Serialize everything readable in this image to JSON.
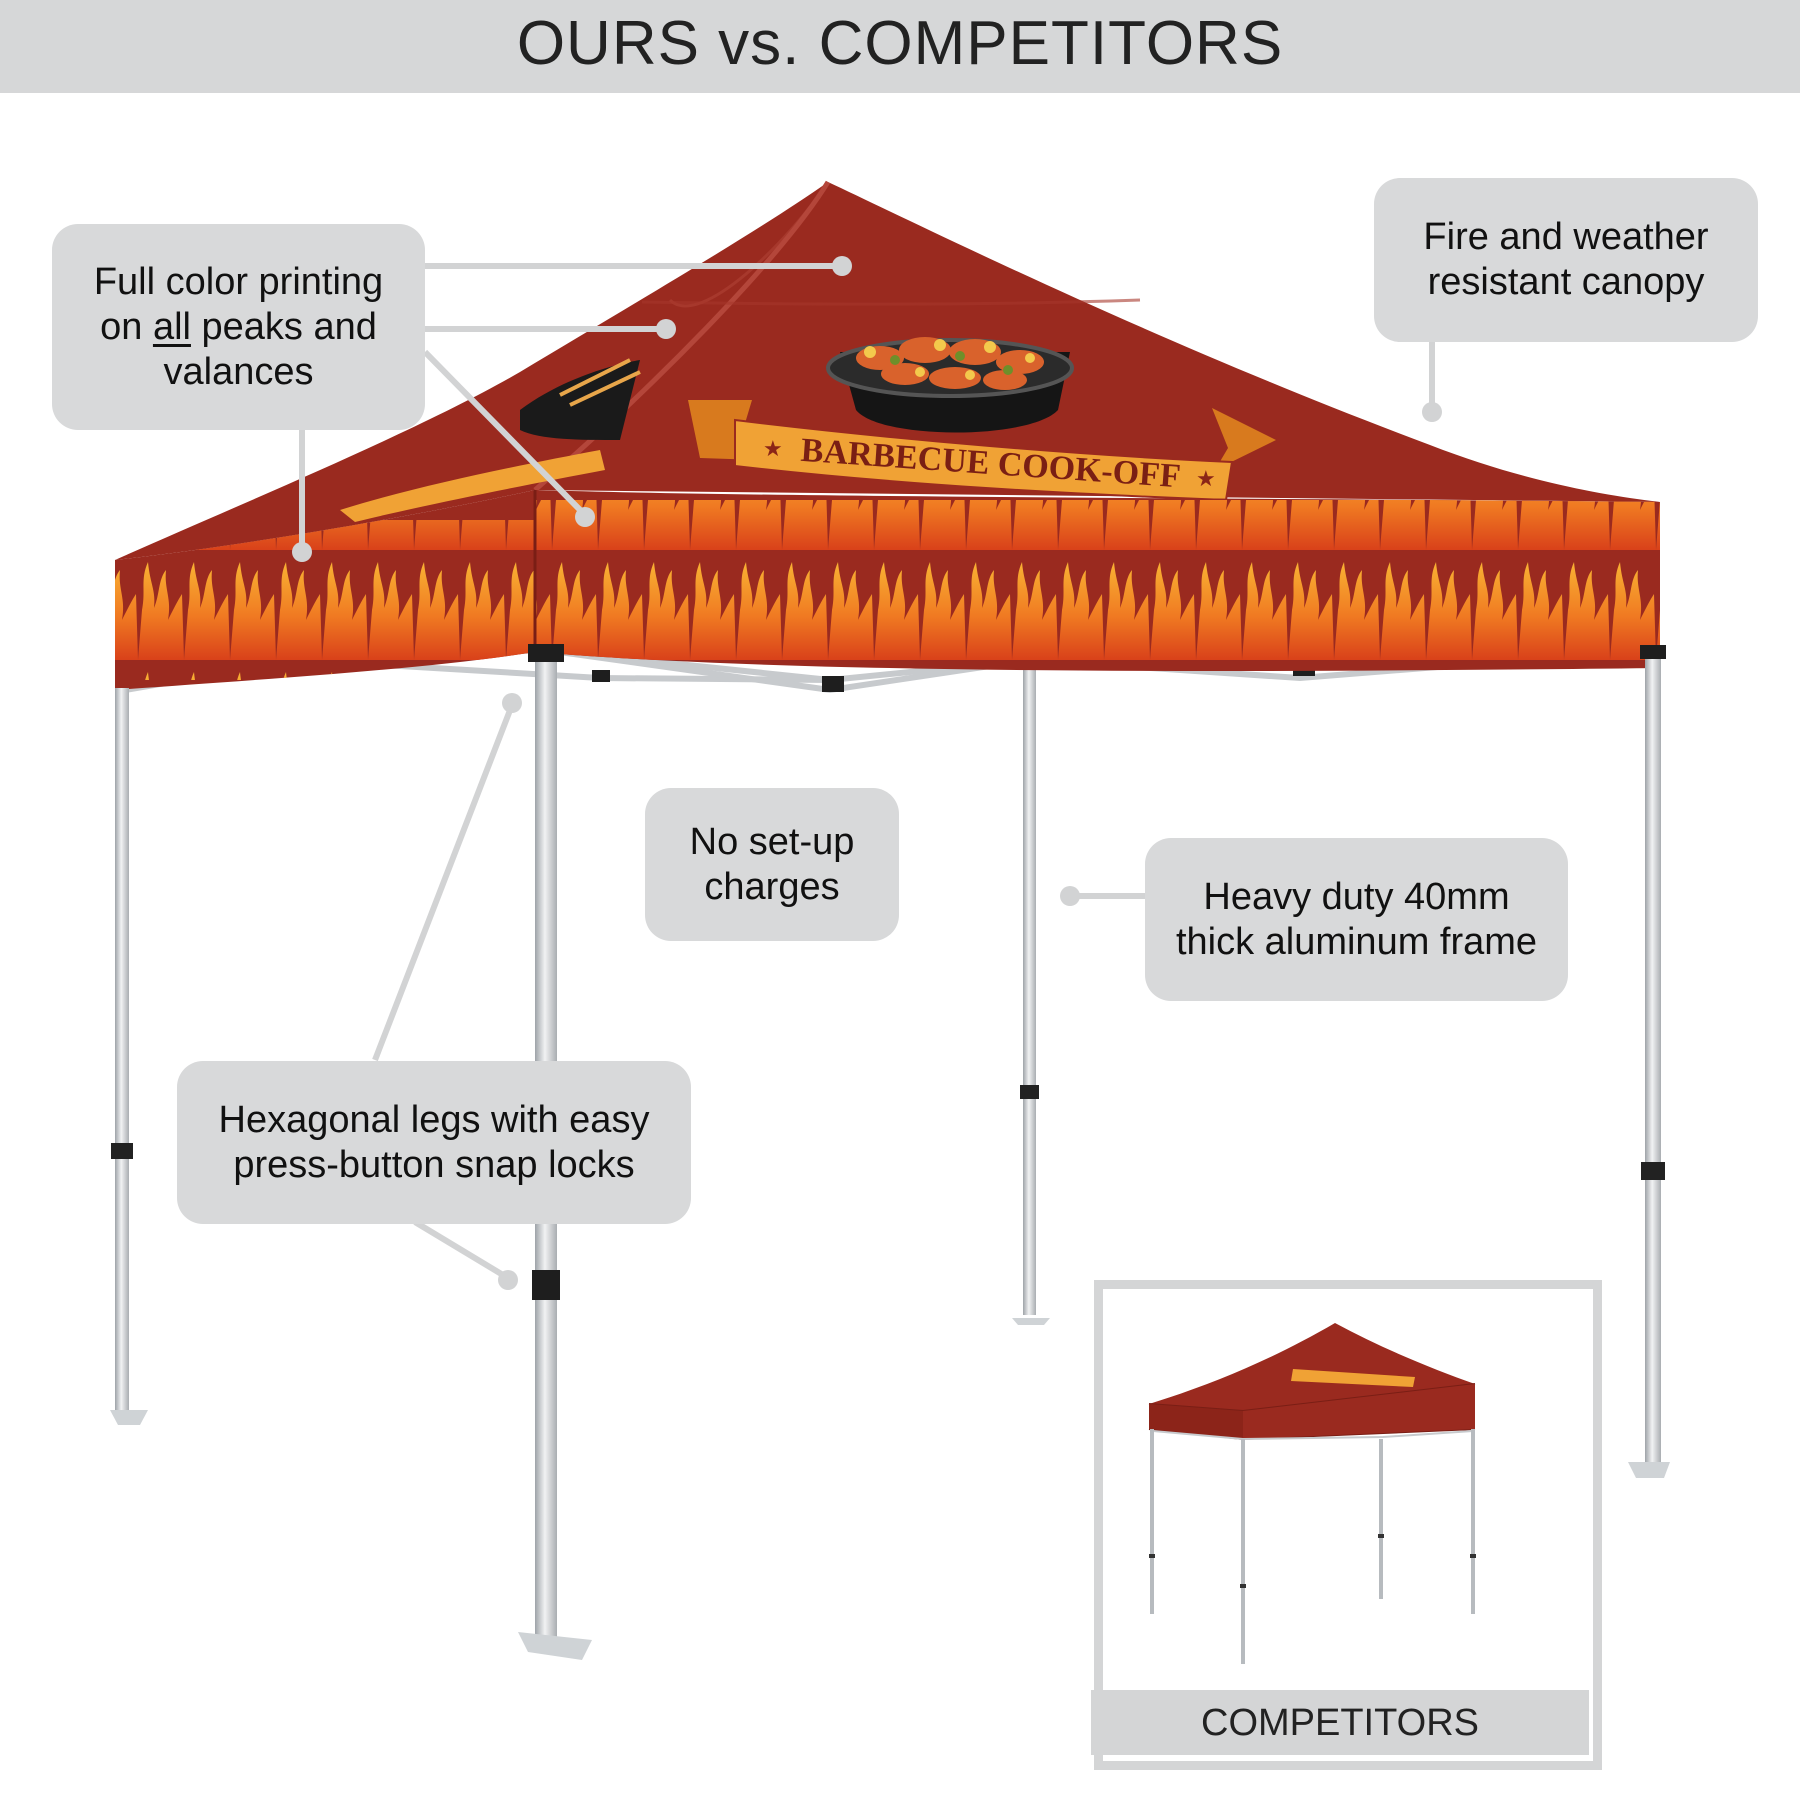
{
  "header": {
    "title": "OURS vs. COMPETITORS"
  },
  "banner": {
    "text": "BARBECUE COOK-OFF"
  },
  "callouts": {
    "printing": {
      "line1": "Full color printing",
      "line2_pre": "on ",
      "line2_em": "all",
      "line2_post": " peaks and",
      "line3": "valances"
    },
    "canopy": {
      "line1": "Fire and weather",
      "line2": "resistant canopy"
    },
    "setup": {
      "line1": "No set-up",
      "line2": "charges"
    },
    "frame": {
      "line1": "Heavy duty 40mm",
      "line2": "thick aluminum frame"
    },
    "legs": {
      "line1": "Hexagonal legs with easy",
      "line2": "press-button snap locks"
    }
  },
  "competitors": {
    "label": "COMPETITORS"
  },
  "colors": {
    "canopy": "#9c2b20",
    "flame_dark": "#d9461a",
    "flame_light": "#f7a02a",
    "banner": "#f0a235",
    "callout_bg": "#d8d9da",
    "leader": "#d2d3d4"
  }
}
